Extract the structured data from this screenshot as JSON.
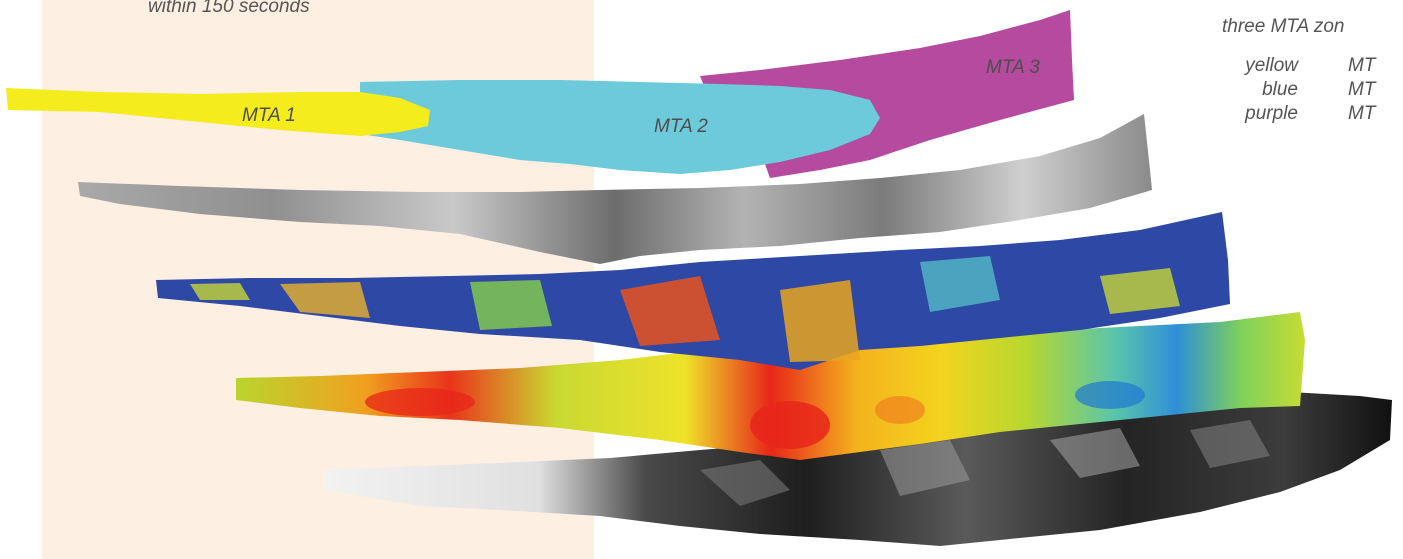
{
  "colors": {
    "highlight": "#fdefe2",
    "yellow": "#f4ec1c",
    "blue": "#6ccadb",
    "purple": "#b54a9f",
    "seq_low": "#2d48a5",
    "seq_high": "#e8261a",
    "text": "#555555"
  },
  "captions": {
    "left": "within 150 seconds",
    "right": "three MTA zon"
  },
  "zone_labels": {
    "mta1": "MTA 1",
    "mta2": "MTA 2",
    "mta3": "MTA 3"
  },
  "legend": [
    {
      "color_name": "yellow",
      "zone": "MT"
    },
    {
      "color_name": "blue",
      "zone": "MT"
    },
    {
      "color_name": "purple",
      "zone": "MT"
    }
  ],
  "layers": [
    {
      "id": "mta-zones",
      "rendering": "categorical"
    },
    {
      "id": "hillshade",
      "rendering": "grayscale"
    },
    {
      "id": "detail-map",
      "rendering": "sequential-blue-red"
    },
    {
      "id": "smooth-map",
      "rendering": "sequential-blue-red"
    },
    {
      "id": "imagery",
      "rendering": "grayscale-dark"
    }
  ]
}
